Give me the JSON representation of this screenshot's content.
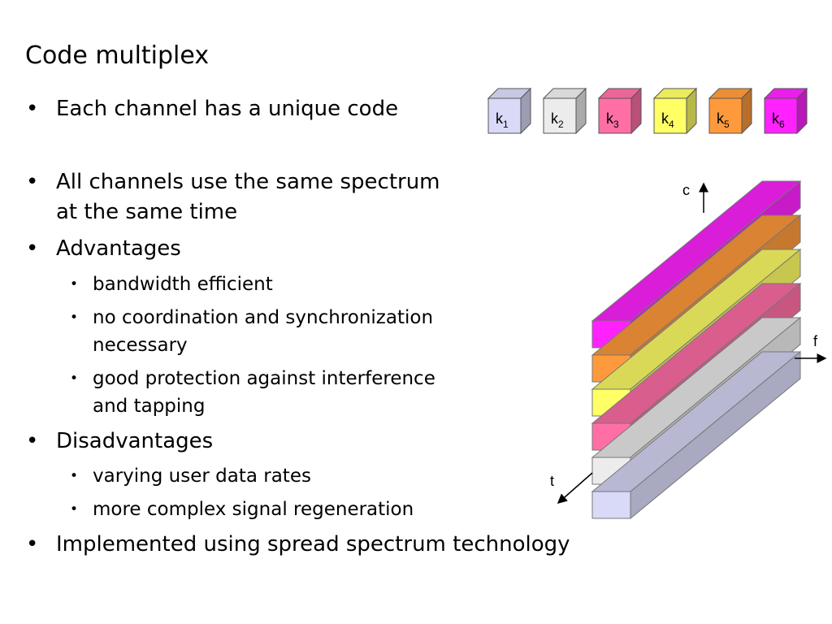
{
  "slide": {
    "title": "Code multiplex",
    "bullet_symbol": "•",
    "items": [
      {
        "level": 1,
        "lines": [
          "Each channel has a unique code"
        ]
      },
      {
        "level": 1,
        "lines": [
          "All channels use the same spectrum",
          "at the same time"
        ]
      },
      {
        "level": 1,
        "lines": [
          "Advantages"
        ]
      },
      {
        "level": 2,
        "lines": [
          "bandwidth efficient"
        ]
      },
      {
        "level": 2,
        "lines": [
          "no coordination and synchronization",
          "necessary"
        ]
      },
      {
        "level": 2,
        "lines": [
          "good protection against interference",
          "and tapping"
        ]
      },
      {
        "level": 1,
        "lines": [
          "Disadvantages"
        ]
      },
      {
        "level": 2,
        "lines": [
          "varying user data rates"
        ]
      },
      {
        "level": 2,
        "lines": [
          "more complex signal regeneration"
        ]
      },
      {
        "level": 1,
        "lines": [
          "Implemented using spread spectrum technology"
        ]
      }
    ]
  },
  "codes": [
    {
      "letter": "k",
      "index": "1",
      "color": "#d9d9f8"
    },
    {
      "letter": "k",
      "index": "2",
      "color": "#ececec"
    },
    {
      "letter": "k",
      "index": "3",
      "color": "#ff6fa6"
    },
    {
      "letter": "k",
      "index": "4",
      "color": "#ffff66"
    },
    {
      "letter": "k",
      "index": "5",
      "color": "#ff9a3c"
    },
    {
      "letter": "k",
      "index": "6",
      "color": "#ff22ff"
    }
  ],
  "diagram": {
    "axis_c": "c",
    "axis_f": "f",
    "axis_t": "t"
  }
}
